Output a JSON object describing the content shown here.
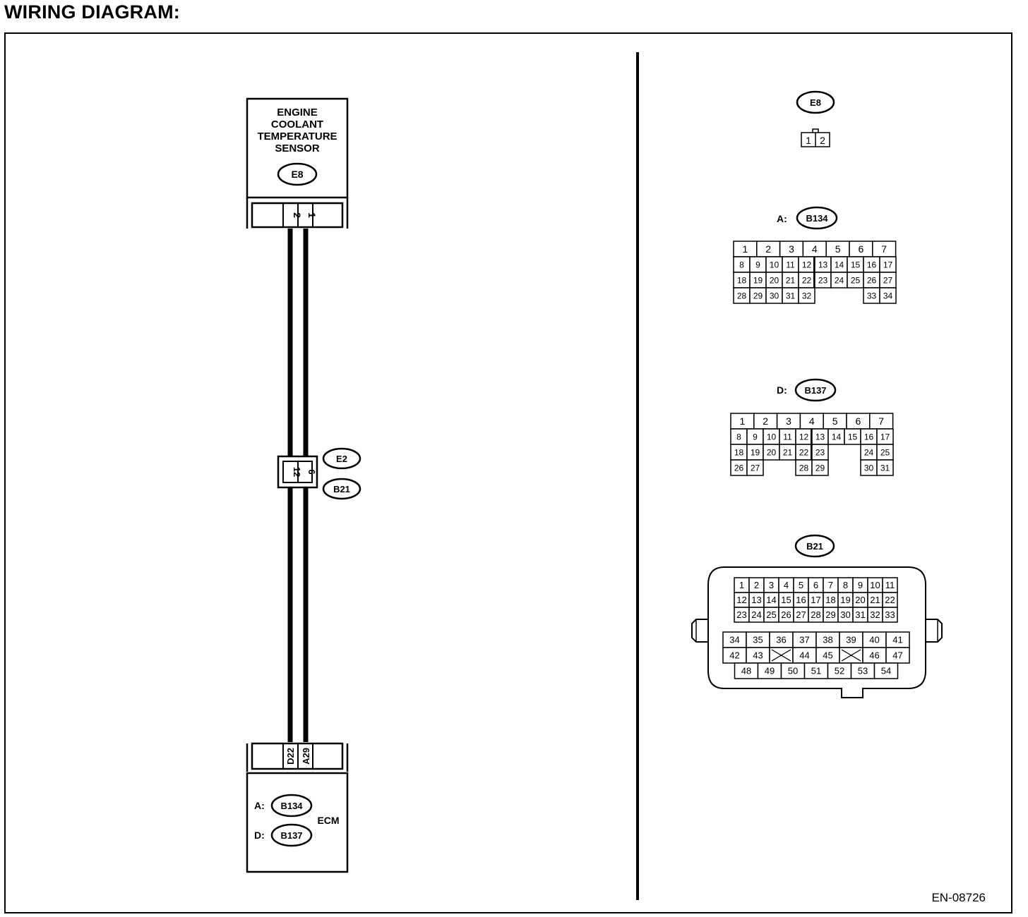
{
  "page": {
    "title": "WIRING DIAGRAM:",
    "figure_code": "EN-08726"
  },
  "sensor": {
    "lines": [
      "ENGINE",
      "COOLANT",
      "TEMPERATURE",
      "SENSOR"
    ],
    "connector": "E8",
    "pins": [
      "2",
      "1"
    ]
  },
  "joint": {
    "pins": [
      "12",
      "6"
    ],
    "connectors": [
      "E2",
      "B21"
    ]
  },
  "ecm": {
    "name": "ECM",
    "pins": [
      "D22",
      "A29"
    ],
    "connector_a_prefix": "A:",
    "connector_a": "B134",
    "connector_d_prefix": "D:",
    "connector_d": "B137"
  },
  "connector_views": {
    "e8": {
      "name": "E8",
      "pins": [
        "1",
        "2"
      ]
    },
    "b134": {
      "prefix": "A:",
      "name": "B134",
      "top_row": [
        "1",
        "2",
        "3",
        "4",
        "5",
        "6",
        "7"
      ],
      "rows": [
        [
          "8",
          "9",
          "10",
          "11",
          "12",
          "13",
          "14",
          "15",
          "16",
          "17"
        ],
        [
          "18",
          "19",
          "20",
          "21",
          "22",
          "23",
          "24",
          "25",
          "26",
          "27"
        ],
        [
          "28",
          "29",
          "30",
          "31",
          "32",
          "",
          "",
          "",
          "33",
          "34"
        ]
      ]
    },
    "b137": {
      "prefix": "D:",
      "name": "B137",
      "top_row": [
        "1",
        "2",
        "3",
        "4",
        "5",
        "6",
        "7"
      ],
      "rows": [
        [
          "8",
          "9",
          "10",
          "11",
          "12",
          "13",
          "14",
          "15",
          "16",
          "17"
        ],
        [
          "18",
          "19",
          "20",
          "21",
          "22",
          "23",
          "",
          "",
          "24",
          "25"
        ],
        [
          "26",
          "27",
          "",
          "",
          "28",
          "29",
          "",
          "",
          "30",
          "31"
        ]
      ]
    },
    "b21": {
      "name": "B21",
      "upper_rows": [
        [
          "1",
          "2",
          "3",
          "4",
          "5",
          "6",
          "7",
          "8",
          "9",
          "10",
          "11"
        ],
        [
          "12",
          "13",
          "14",
          "15",
          "16",
          "17",
          "18",
          "19",
          "20",
          "21",
          "22"
        ],
        [
          "23",
          "24",
          "25",
          "26",
          "27",
          "28",
          "29",
          "30",
          "31",
          "32",
          "33"
        ]
      ],
      "lower_rows": [
        [
          "34",
          "35",
          "36",
          "37",
          "38",
          "39",
          "40",
          "41"
        ],
        [
          "42",
          "43",
          "X",
          "44",
          "45",
          "X",
          "46",
          "47"
        ],
        [
          "48",
          "49",
          "50",
          "51",
          "52",
          "53",
          "54"
        ]
      ]
    }
  }
}
